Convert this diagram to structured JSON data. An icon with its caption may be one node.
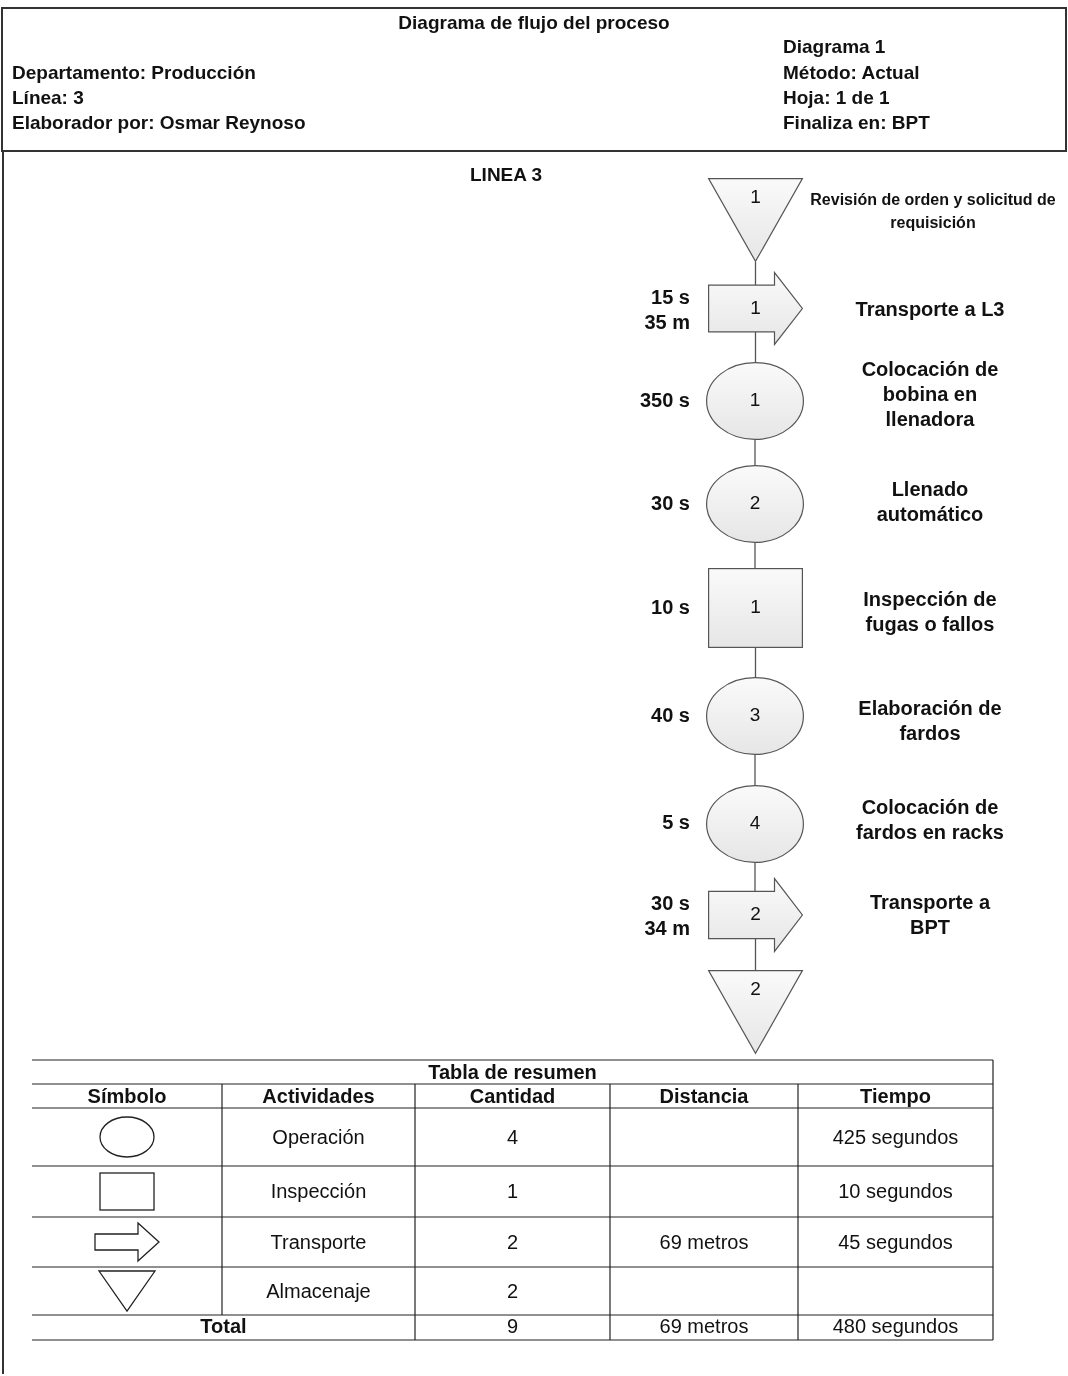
{
  "diagram": {
    "title": "Diagrama de flujo del proceso",
    "nodes": [
      {
        "text": [
          "1"
        ],
        "beside": [
          "Revisión de orden y solicitud de requisición"
        ]
      },
      {
        "text": [
          "1"
        ],
        "beside": [
          "15 s",
          "35 m",
          "Transporte a L3"
        ]
      },
      {
        "text": [
          "1"
        ],
        "beside": [
          "350 s",
          "Colocación de bobina en llenadora"
        ]
      },
      {
        "text": [
          "2"
        ],
        "beside": [
          "30 s",
          "Llenado automático"
        ]
      },
      {
        "text": [
          "1"
        ],
        "beside": [
          "10 s",
          "Inspección de fugas o fallos"
        ]
      },
      {
        "text": [
          "3"
        ],
        "beside": [
          "40 s",
          "Elaboración de fardos"
        ]
      },
      {
        "text": [
          "4"
        ],
        "beside": [
          "5 s",
          "Colocación de fardos en racks"
        ]
      },
      {
        "text": [
          "2"
        ],
        "beside": [
          "30 s",
          "34 m",
          "Transporte a BPT"
        ]
      },
      {
        "text": [
          "2"
        ]
      }
    ],
    "edges": [
      {
        "from": 0,
        "to": 1,
        "arrow": "none"
      },
      {
        "from": 1,
        "to": 2,
        "arrow": "none"
      },
      {
        "from": 2,
        "to": 3,
        "arrow": "none"
      },
      {
        "from": 3,
        "to": 4,
        "arrow": "none"
      },
      {
        "from": 4,
        "to": 5,
        "arrow": "none"
      },
      {
        "from": 5,
        "to": 6,
        "arrow": "none"
      },
      {
        "from": 6,
        "to": 7,
        "arrow": "none"
      },
      {
        "from": 7,
        "to": 8,
        "arrow": "none"
      }
    ],
    "labels": [
      "Diagrama 1",
      "Departamento: Producción",
      "Método: Actual",
      "Línea: 3",
      "Hoja: 1 de 1",
      "Elaborador por: Osmar Reynoso",
      "Finaliza en: BPT",
      "LINEA 3",
      "Tabla de resumen",
      "Símbolo",
      "Actividades",
      "Cantidad",
      "Distancia",
      "Tiempo",
      "Operación",
      "4",
      "425 segundos",
      "Inspección",
      "1",
      "10 segundos",
      "Transporte",
      "2",
      "69 metros",
      "45 segundos",
      "Almacenaje",
      "2",
      "Total",
      "9",
      "69 metros",
      "480 segundos"
    ]
  }
}
